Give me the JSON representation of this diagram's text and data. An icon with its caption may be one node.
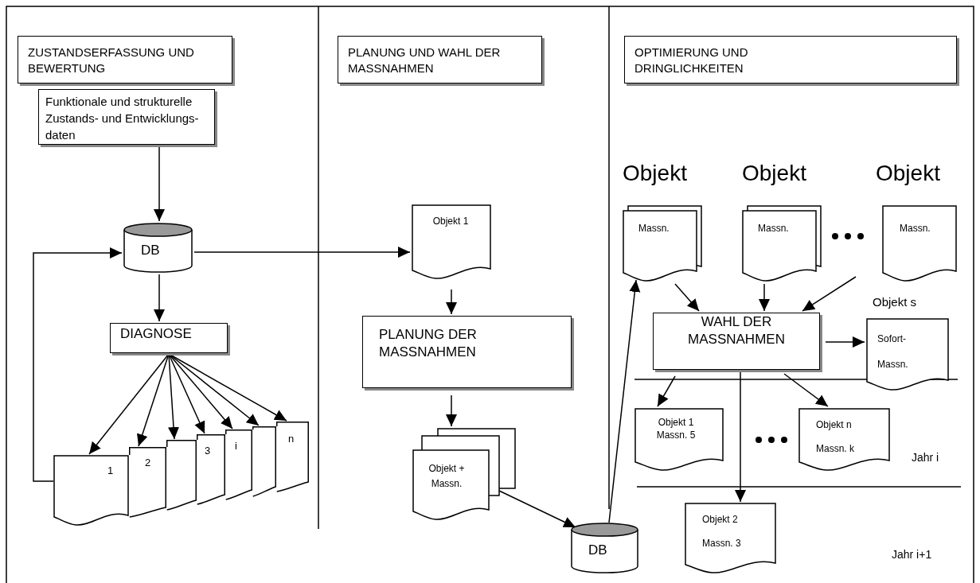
{
  "diagram": {
    "nodes": [
      {
        "text": [
          "ZUSTANDSERFASSUNG UND BEWERTUNG"
        ]
      },
      {
        "text": [
          "PLANUNG UND WAHL DER MASSNAHMEN"
        ]
      },
      {
        "text": [
          "OPTIMIERUNG UND DRINGLICHKEITEN"
        ]
      },
      {
        "text": [
          "Funktionale und strukturelle Zustands- und Entwicklungs- daten"
        ]
      },
      {
        "text": [
          "DB"
        ]
      },
      {
        "text": [
          "DIAGNOSE"
        ]
      },
      {
        "text": [
          "1"
        ]
      },
      {
        "text": [
          "2"
        ]
      },
      {
        "text": [],
        "shape": "document"
      },
      {
        "text": [
          "3"
        ]
      },
      {
        "text": [
          "i"
        ]
      },
      {
        "text": [],
        "shape": "document"
      },
      {
        "text": [
          "n"
        ]
      },
      {
        "text": [
          "Objekt 1"
        ]
      },
      {
        "text": [
          "PLANUNG DER MASSNAHMEN"
        ]
      },
      {
        "text": [
          "Objekt + Massn."
        ]
      },
      {
        "text": [
          "DB"
        ]
      },
      {
        "text": [
          "Objekt",
          "Massn."
        ]
      },
      {
        "text": [
          "Objekt",
          "Massn."
        ]
      },
      {
        "text": [
          "Objekt",
          "Massn."
        ]
      },
      {
        "text": [
          "WAHL DER MASSNAHMEN"
        ]
      },
      {
        "text": [
          "Objekt s",
          "Sofort- Massn."
        ]
      },
      {
        "text": [
          "Objekt 1 Massn. 5"
        ]
      },
      {
        "text": [
          "Objekt n",
          "Massn. k"
        ]
      },
      {
        "text": [
          "Objekt 2",
          "Massn. 3"
        ]
      }
    ],
    "edges": [
      {
        "from": 3,
        "to": 4,
        "arrow": "to"
      },
      {
        "from": 4,
        "to": 5,
        "arrow": "to"
      },
      {
        "from": 5,
        "to": 6,
        "arrow": "to"
      },
      {
        "from": 5,
        "to": 7,
        "arrow": "to"
      },
      {
        "from": 5,
        "to": 8,
        "arrow": "to"
      },
      {
        "from": 5,
        "to": 9,
        "arrow": "to"
      },
      {
        "from": 5,
        "to": 10,
        "arrow": "to"
      },
      {
        "from": 5,
        "to": 11,
        "arrow": "to"
      },
      {
        "from": 5,
        "to": 12,
        "arrow": "to"
      },
      {
        "from": 6,
        "to": 4,
        "arrow": "to"
      },
      {
        "from": 4,
        "to": 13,
        "arrow": "to"
      },
      {
        "from": 13,
        "to": 14,
        "arrow": "to"
      },
      {
        "from": 14,
        "to": 15,
        "arrow": "to"
      },
      {
        "from": 15,
        "to": 16,
        "arrow": "to"
      },
      {
        "from": 16,
        "to": 17,
        "arrow": "to"
      },
      {
        "from": 17,
        "to": 20,
        "arrow": "to"
      },
      {
        "from": 18,
        "to": 20,
        "arrow": "to"
      },
      {
        "from": 19,
        "to": 20,
        "arrow": "to"
      },
      {
        "from": 20,
        "to": 21,
        "arrow": "to"
      },
      {
        "from": 20,
        "to": 22,
        "arrow": "to"
      },
      {
        "from": 20,
        "to": 23,
        "arrow": "to"
      },
      {
        "from": 20,
        "to": 24,
        "arrow": "to"
      }
    ],
    "labels": [
      "Jahr i",
      "Jahr i+1"
    ]
  }
}
